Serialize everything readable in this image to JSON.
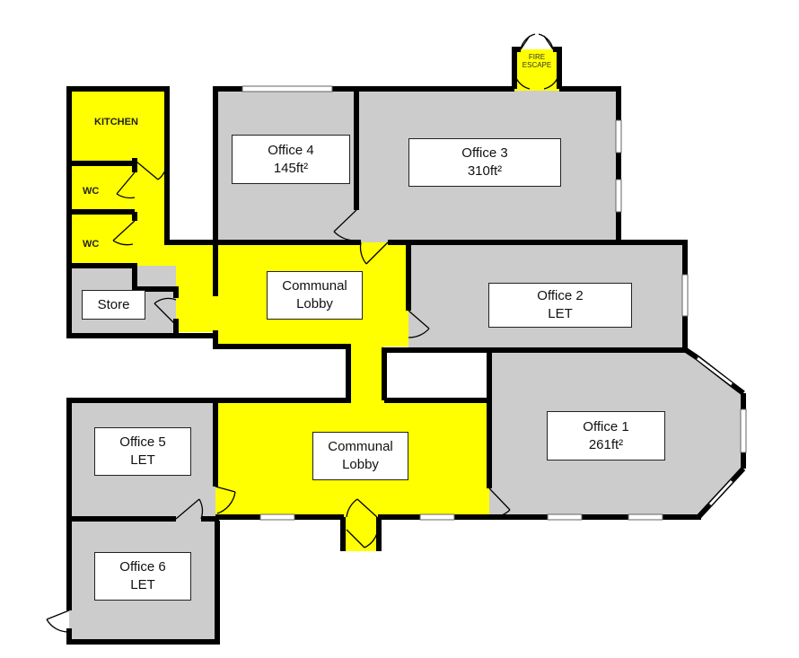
{
  "rooms": {
    "office4": {
      "name": "Office 4",
      "detail": "145ft²"
    },
    "office3": {
      "name": "Office 3",
      "detail": "310ft²"
    },
    "office2": {
      "name": "Office 2",
      "detail": "LET"
    },
    "office1": {
      "name": "Office 1",
      "detail": "261ft²"
    },
    "office5": {
      "name": "Office 5",
      "detail": "LET"
    },
    "office6": {
      "name": "Office 6",
      "detail": "LET"
    },
    "lobby_upper": {
      "line1": "Communal",
      "line2": "Lobby"
    },
    "lobby_lower": {
      "line1": "Communal",
      "line2": "Lobby"
    },
    "store": {
      "name": "Store"
    },
    "kitchen": {
      "name": "KITCHEN"
    },
    "wc1": {
      "name": "WC"
    },
    "wc2": {
      "name": "WC"
    },
    "fire_escape": {
      "line1": "FIRE",
      "line2": "ESCAPE"
    }
  },
  "colors": {
    "communal": "#ffff00",
    "office": "#cccccc",
    "wall": "#000000",
    "window": "#ffffff"
  }
}
